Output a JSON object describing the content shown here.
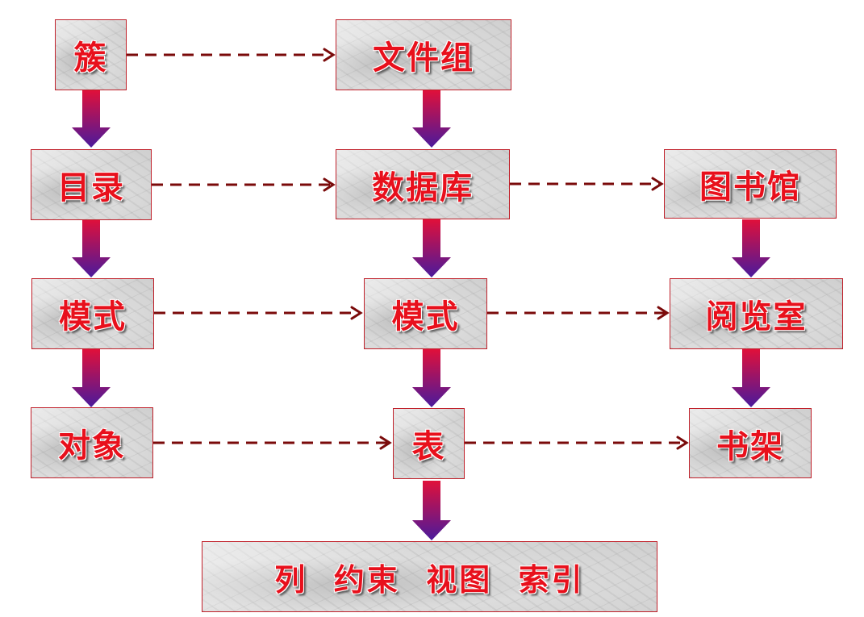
{
  "nodes": {
    "cu": "簇",
    "mulu": "目录",
    "moshi_left": "模式",
    "duixiang": "对象",
    "wenjianzu": "文件组",
    "shujuku": "数据库",
    "moshi_mid": "模式",
    "biao": "表",
    "bottom": "列  约束  视图  索引",
    "tushuguan": "图书馆",
    "yuelanshi": "阅览室",
    "shujia": "书架"
  },
  "colors": {
    "text": "#e8101c",
    "box_border": "#c0202a",
    "dashed_arrow": "#7a0a0a",
    "arrow_gradient_top": "#e0103a",
    "arrow_gradient_bottom": "#4a1a9c"
  }
}
